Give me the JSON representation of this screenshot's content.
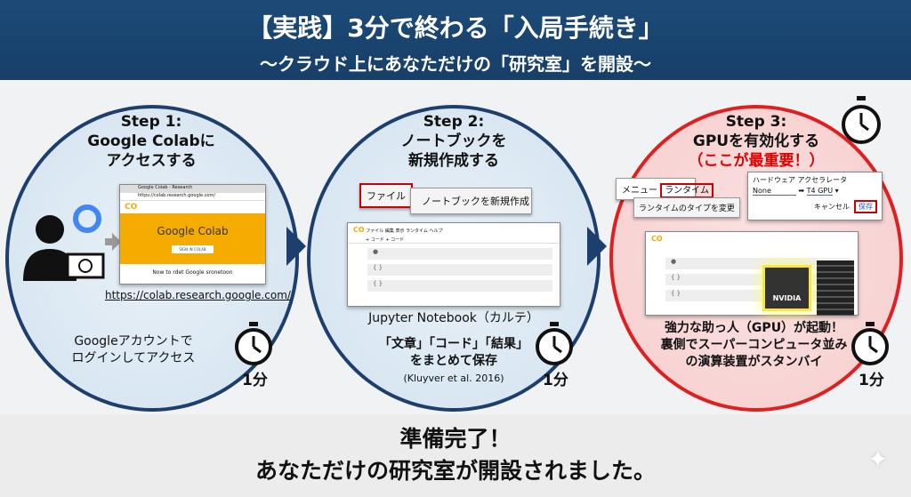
{
  "header": {
    "title": "【実践】3分で終わる「入局手続き」",
    "subtitle": "〜クラウド上にあなただけの「研究室」を開設〜"
  },
  "steps": [
    {
      "heading": "Step 1:",
      "title_lines": [
        "Google Colabに",
        "アクセスする"
      ],
      "browser_title": "Google Colab",
      "browser_tab": "Google Colab - Research",
      "url_bar": "https://colab.research.google.com/",
      "banner_text": "Google Colab",
      "banner_button": "SIGN IN COLAB",
      "page_text": "Now to rdet Google sronetoon",
      "url": "https://colab.research.google.com/",
      "desc_lines": [
        "Googleアカウントで",
        "ログインしてアクセス"
      ],
      "time": "1分"
    },
    {
      "heading": "Step 2:",
      "title_lines": [
        "ノートブックを",
        "新規作成する"
      ],
      "menu_file": "ファイル",
      "menu_new": "ノートブックを新規作成",
      "menubar": "ファイル 編集 表示 ランタイム ヘルプ",
      "toolbar": "+ コード  + コード",
      "caption": "Jupyter Notebook（カルテ）",
      "desc_lines": [
        "「文章」「コード」「結果」",
        "をまとめて保存"
      ],
      "citation": "(Kluyver et al. 2016)",
      "time": "1分"
    },
    {
      "heading": "Step 3:",
      "title_lines": [
        "GPUを有効化する"
      ],
      "emphasis": "（ここが最重要！）",
      "menu_label": "メニュー",
      "menu_runtime": "ランタイム",
      "menu_change": "ランタイムのタイプを変更",
      "hw_label": "ハードウェア アクセラレータ",
      "hw_from": "None",
      "hw_to": "T4 GPU",
      "cancel": "キャンセル",
      "save": "保存",
      "chip_label": "NVIDIA",
      "desc_lines": [
        "強力な助っ人（GPU）が起動！",
        "裏側でスーパーコンピュータ並み",
        "の演算装置がスタンバイ"
      ],
      "time": "1分"
    }
  ],
  "footer": {
    "line1": "準備完了！",
    "line2": "あなただけの研究室が開設されました。"
  },
  "colors": {
    "navy": "#1d3f6e",
    "red": "#e02020",
    "colab_orange": "#f5ab00"
  }
}
